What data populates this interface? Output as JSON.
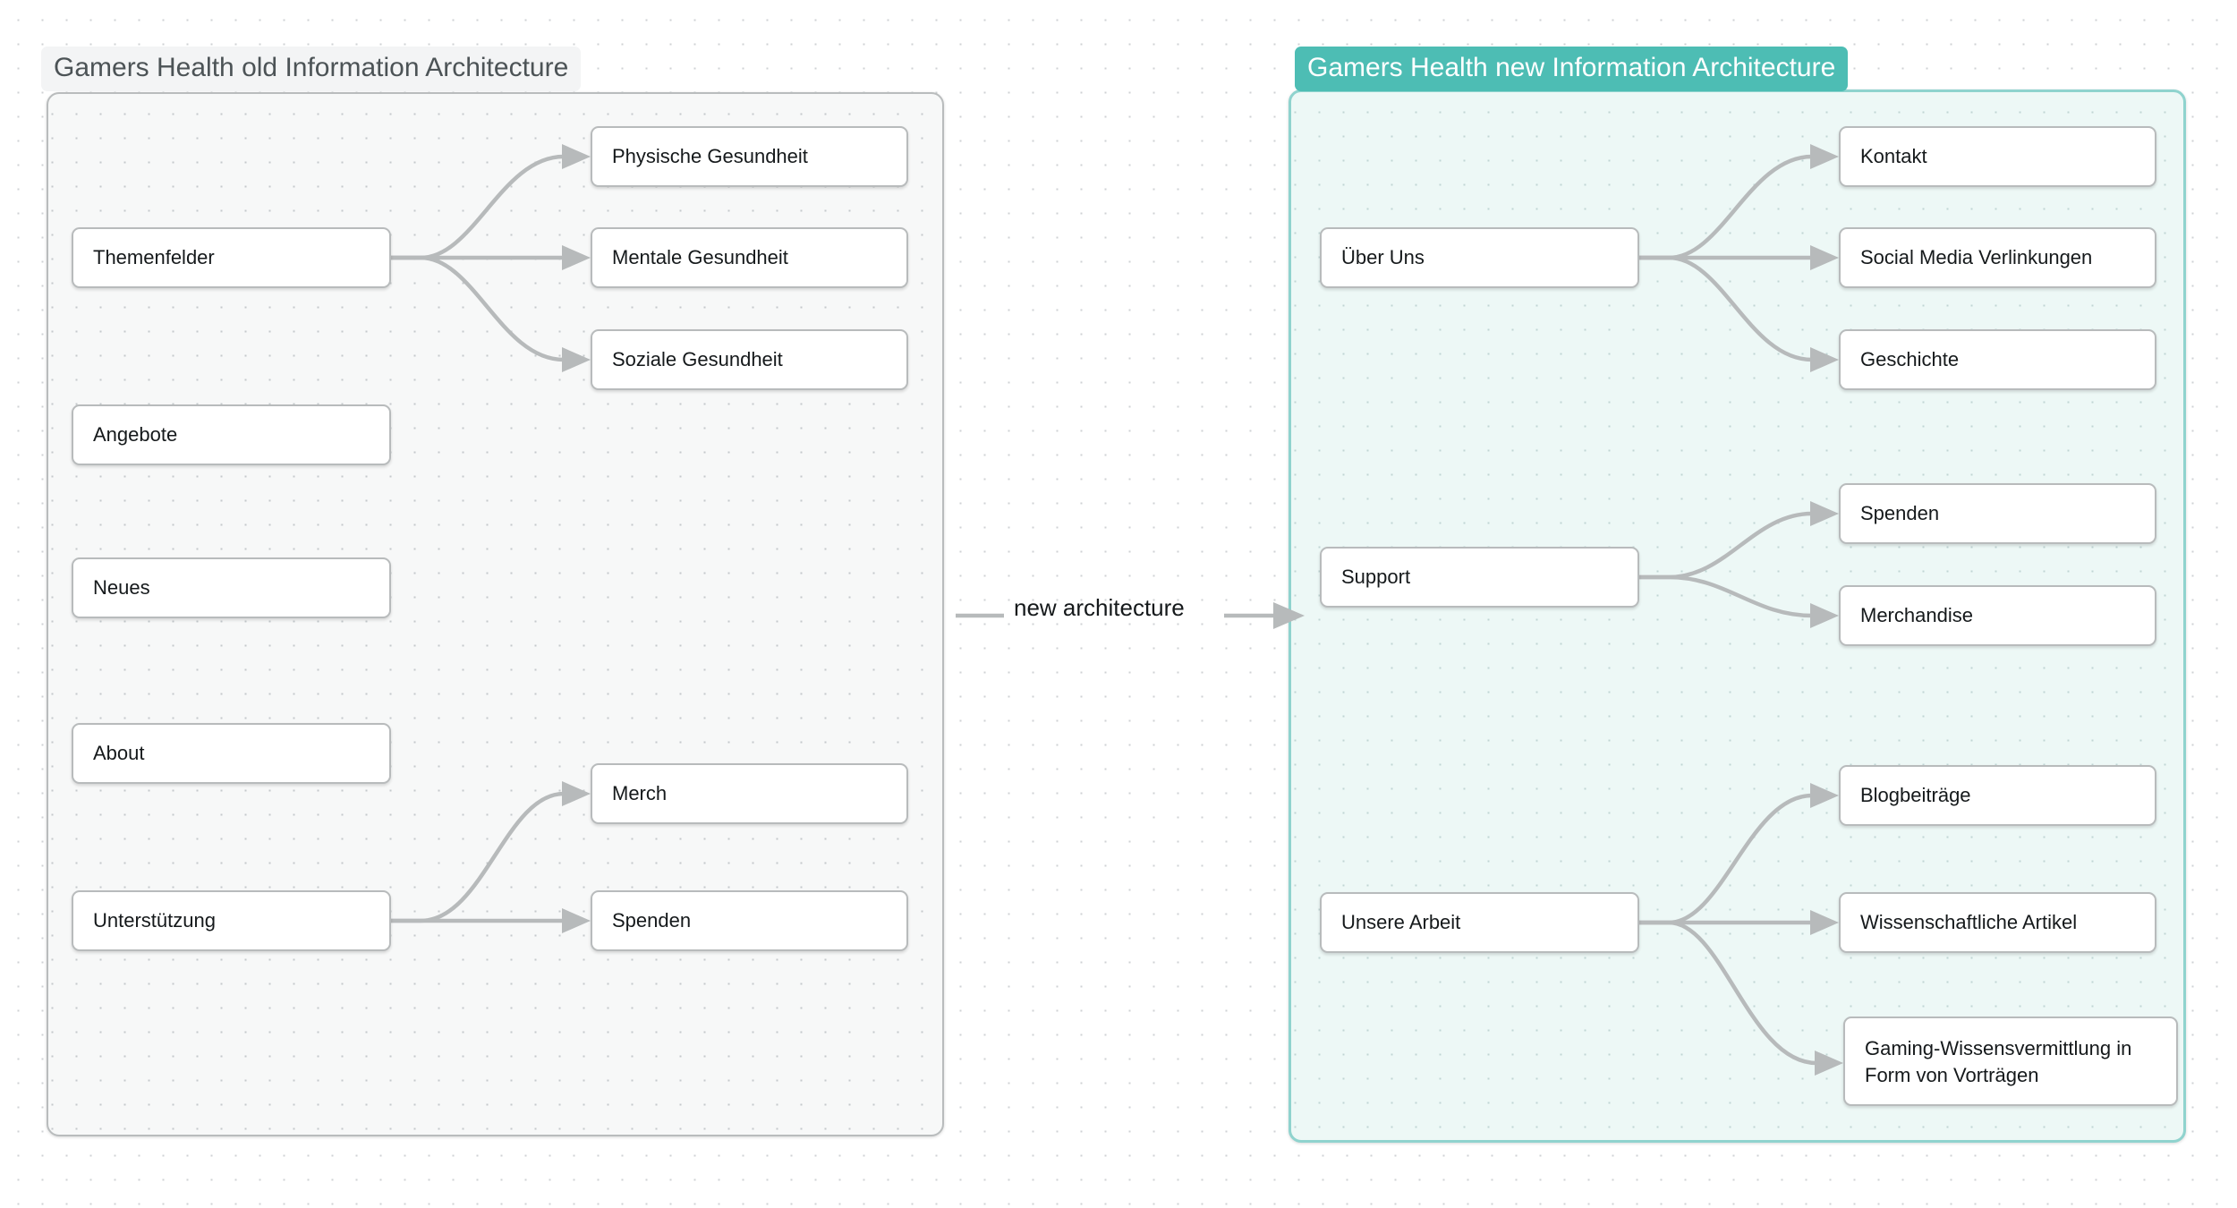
{
  "diagram": {
    "title_old": "Gamers Health old Information Architecture",
    "title_new": "Gamers Health new Information Architecture",
    "transition_label": "new architecture",
    "colors": {
      "accent_teal": "#4dbdb4",
      "panel_new_fill": "#edf8f6",
      "panel_new_border": "#8fd3ce",
      "panel_old_fill": "#f7f8f8",
      "panel_old_border": "#b9bcbd",
      "node_border": "#b8bbbc",
      "edge": "#b7babb",
      "text": "#15191b"
    }
  },
  "old_architecture": {
    "parents": [
      {
        "label": "Themenfelder"
      },
      {
        "label": "Angebote"
      },
      {
        "label": "Neues"
      },
      {
        "label": "About"
      },
      {
        "label": "Unterstützung"
      }
    ],
    "children": [
      {
        "label": "Physische Gesundheit",
        "parent": "Themenfelder"
      },
      {
        "label": "Mentale Gesundheit",
        "parent": "Themenfelder"
      },
      {
        "label": "Soziale Gesundheit",
        "parent": "Themenfelder"
      },
      {
        "label": "Merch",
        "parent": "Unterstützung"
      },
      {
        "label": "Spenden",
        "parent": "Unterstützung"
      }
    ]
  },
  "new_architecture": {
    "parents": [
      {
        "label": "Über Uns"
      },
      {
        "label": "Support"
      },
      {
        "label": "Unsere Arbeit"
      }
    ],
    "children": [
      {
        "label": "Kontakt",
        "parent": "Über Uns"
      },
      {
        "label": "Social Media Verlinkungen",
        "parent": "Über Uns"
      },
      {
        "label": "Geschichte",
        "parent": "Über Uns"
      },
      {
        "label": "Spenden",
        "parent": "Support"
      },
      {
        "label": "Merchandise",
        "parent": "Support"
      },
      {
        "label": "Blogbeiträge",
        "parent": "Unsere Arbeit"
      },
      {
        "label": "Wissenschaftliche Artikel",
        "parent": "Unsere Arbeit"
      },
      {
        "label": "Gaming-Wissensvermittlung in Form von Vorträgen",
        "parent": "Unsere Arbeit"
      }
    ]
  }
}
